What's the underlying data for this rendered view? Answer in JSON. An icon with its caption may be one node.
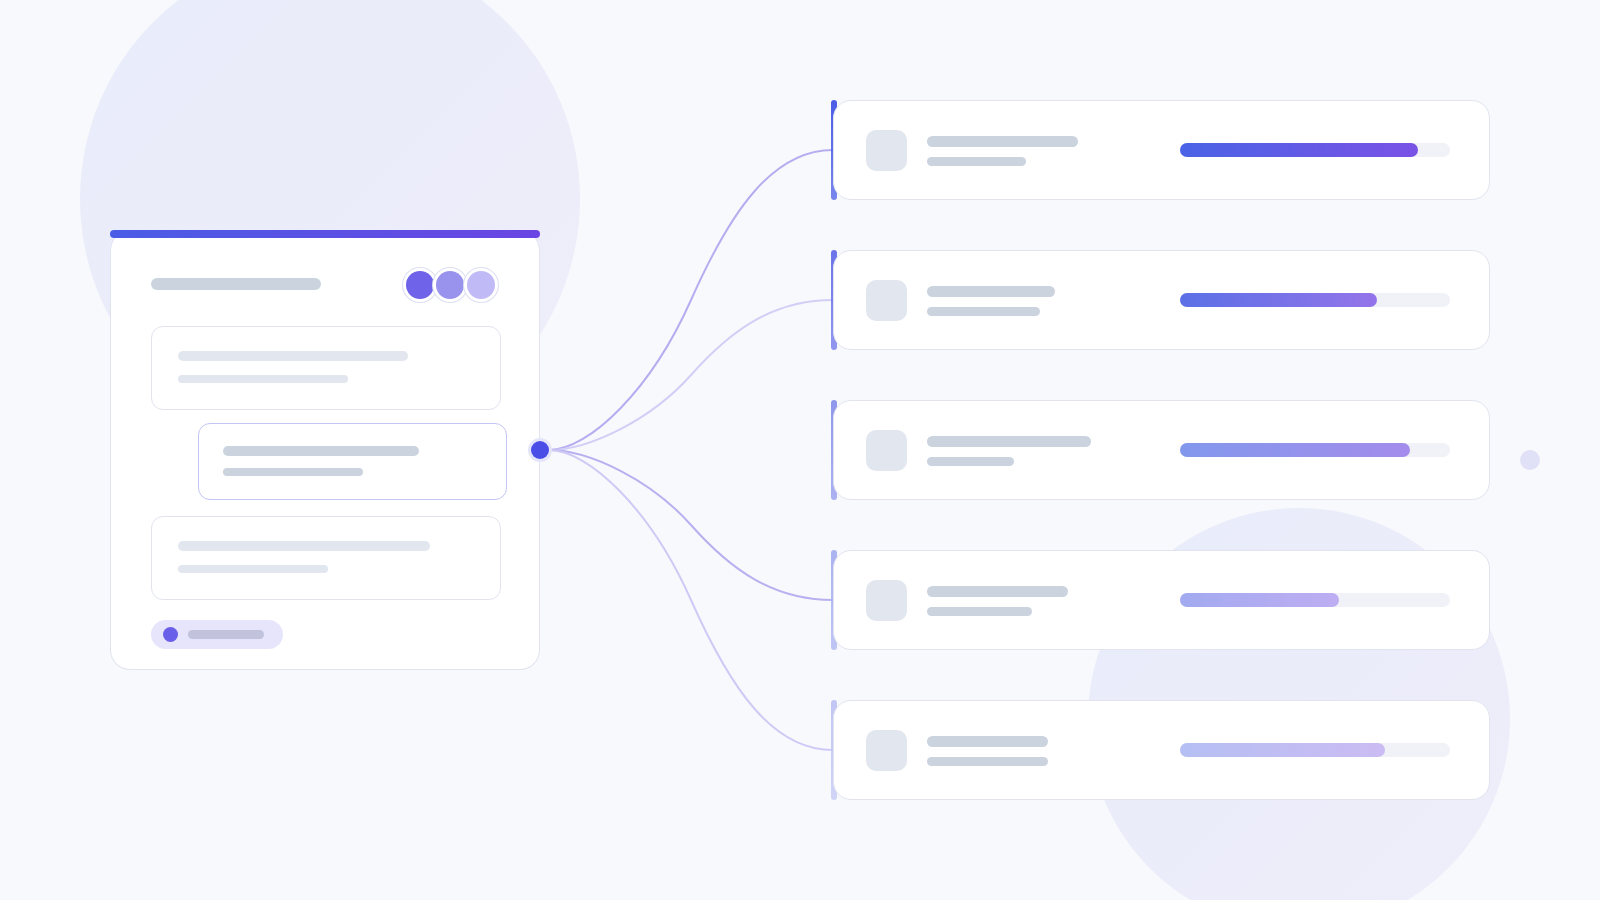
{
  "diagram": {
    "nodes": [
      {
        "text": [],
        "shape": "box"
      },
      {
        "text": [],
        "shape": "box",
        "in": 0
      },
      {
        "text": [],
        "shape": "box",
        "in": 0
      },
      {
        "text": [],
        "shape": "box",
        "in": 0
      },
      {
        "text": [],
        "shape": "circle"
      },
      {
        "text": [],
        "shape": "box"
      },
      {
        "text": [],
        "shape": "box"
      },
      {
        "text": [],
        "shape": "box"
      },
      {
        "text": [],
        "shape": "box"
      },
      {
        "text": [],
        "shape": "box"
      }
    ],
    "edges": [
      {
        "from": 4,
        "to": 5,
        "arrow": "none"
      },
      {
        "from": 4,
        "to": 6,
        "arrow": "none"
      },
      {
        "from": 4,
        "to": 8,
        "arrow": "none"
      },
      {
        "from": 4,
        "to": 9,
        "arrow": "none"
      }
    ]
  }
}
